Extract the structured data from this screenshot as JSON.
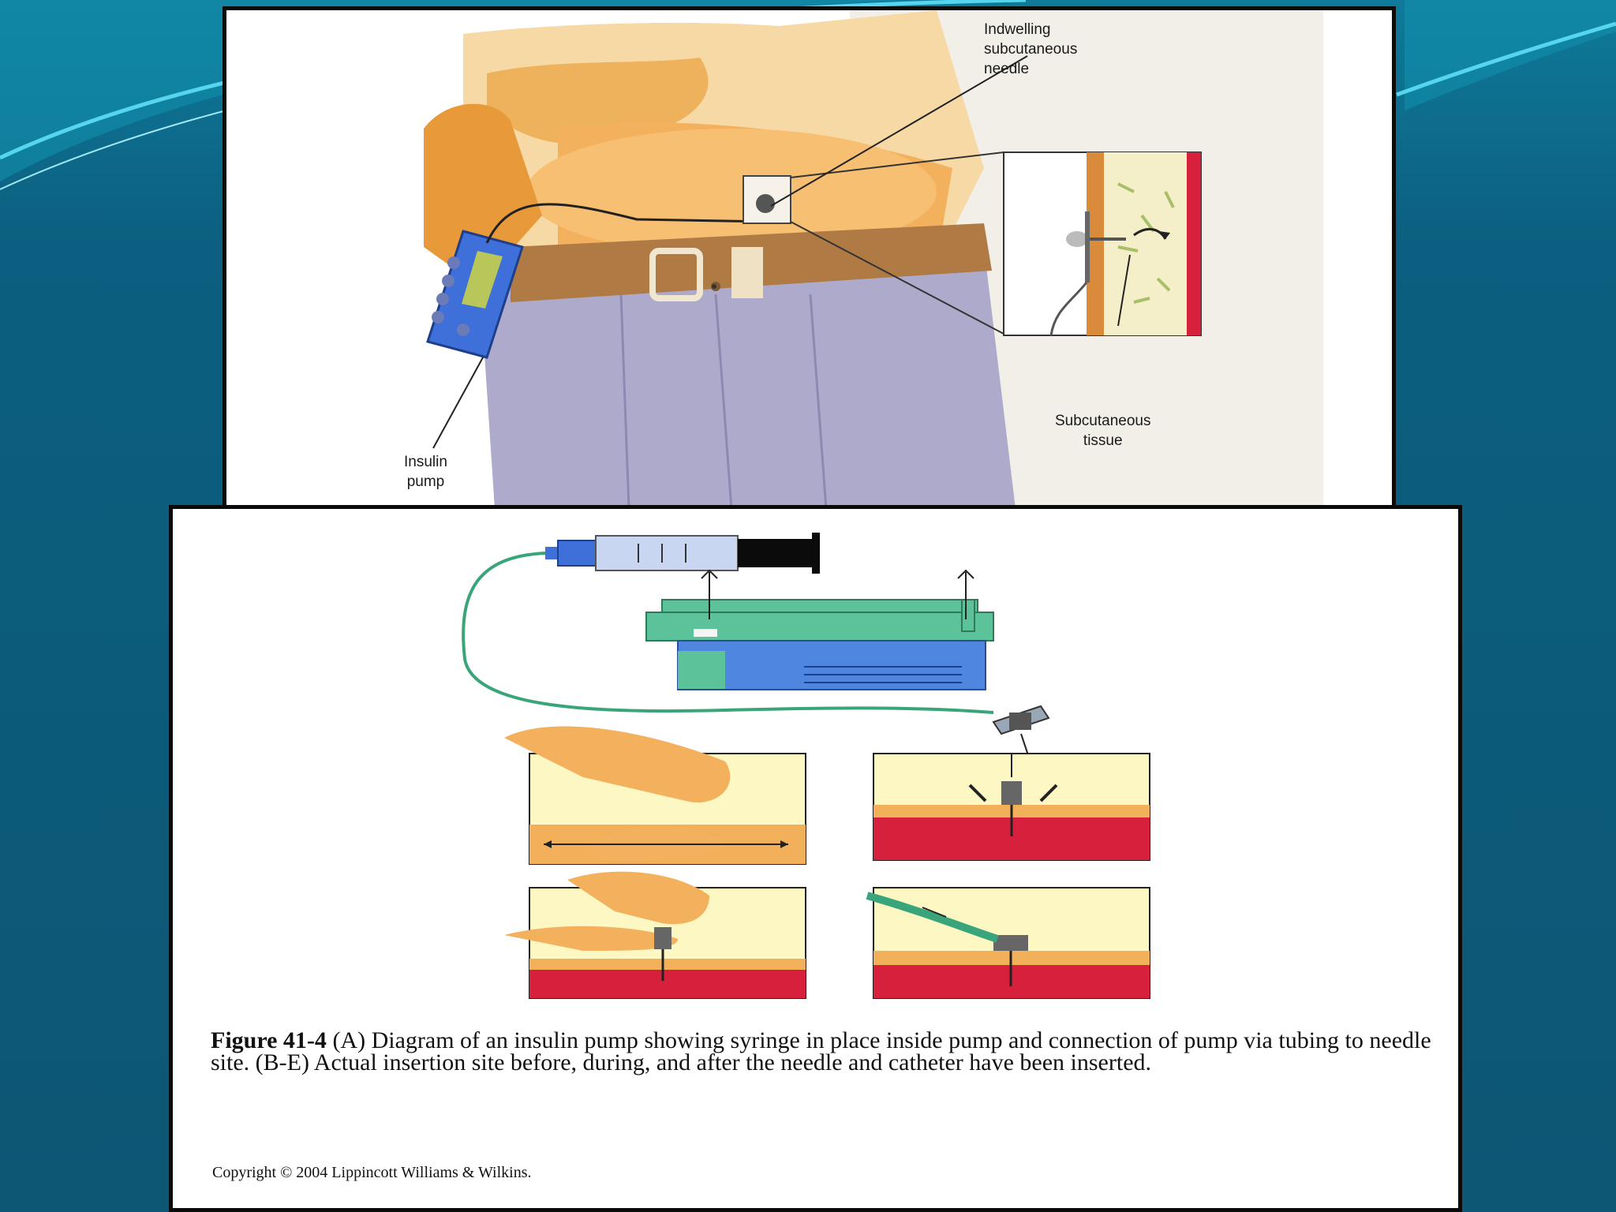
{
  "top_figure": {
    "labels": {
      "needle": [
        "Indwelling",
        "subcutaneous",
        "needle"
      ],
      "tissue": [
        "Subcutaneous",
        "tissue"
      ],
      "pump": [
        "Insulin",
        "pump"
      ]
    }
  },
  "bottom_figure": {
    "caption_bold": "Figure 41-4",
    "caption_text": " (A) Diagram of an insulin pump showing syringe in place inside pump and connection of pump via tubing to needle site. (B-E) Actual insertion site before, during, and after the needle and catheter have been inserted.",
    "copyright": "Copyright © 2004 Lippincott Williams & Wilkins."
  },
  "colors": {
    "background": "#0e5a78",
    "swoosh": "#3fc2df",
    "skin": "#f3b15d",
    "pants": "#aeaacb",
    "pump_blue": "#3f6fd8",
    "tissue_red": "#d7203b",
    "device_green": "#5cc29a"
  }
}
